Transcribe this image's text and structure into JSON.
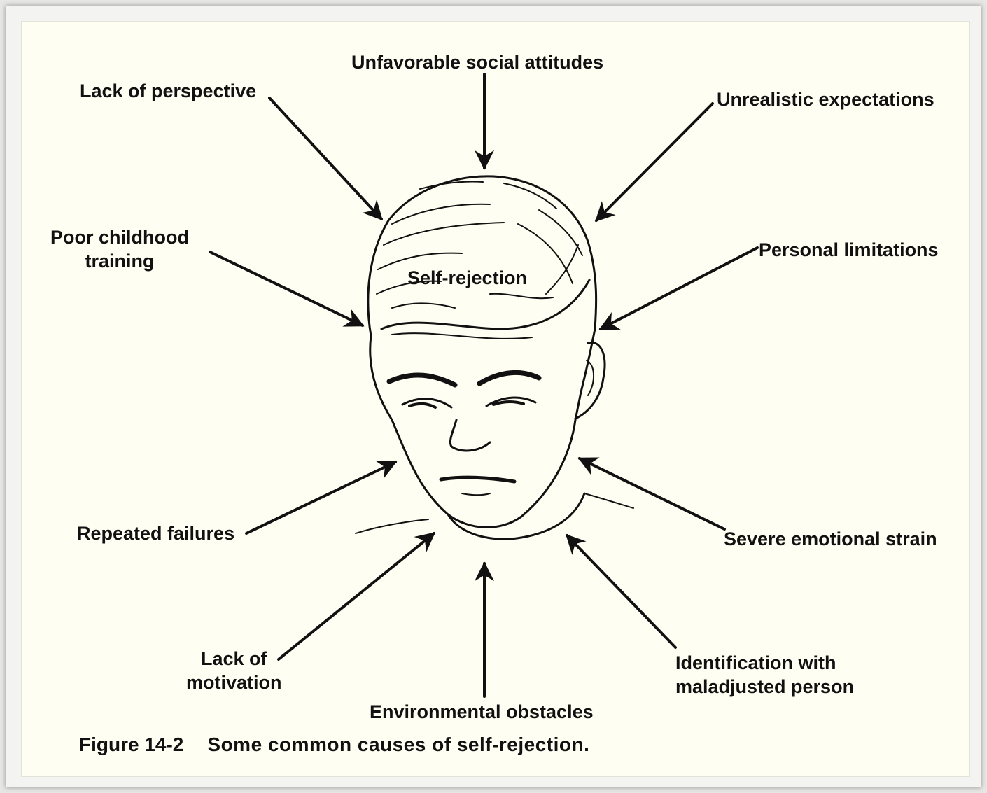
{
  "diagram": {
    "center_label": "Self-rejection",
    "causes": {
      "top": "Unfavorable social attitudes",
      "top_left": "Lack of perspective",
      "top_right": "Unrealistic expectations",
      "mid_left": "Poor childhood\ntraining",
      "mid_right": "Personal limitations",
      "low_left": "Repeated failures",
      "low_right": "Severe emotional strain",
      "bottom_left": "Lack of\nmotivation",
      "bottom": "Environmental obstacles",
      "bottom_right": "Identification with\nmaladjusted person"
    }
  },
  "caption": {
    "number": "Figure 14-2",
    "text": "Some common causes of self-rejection."
  }
}
